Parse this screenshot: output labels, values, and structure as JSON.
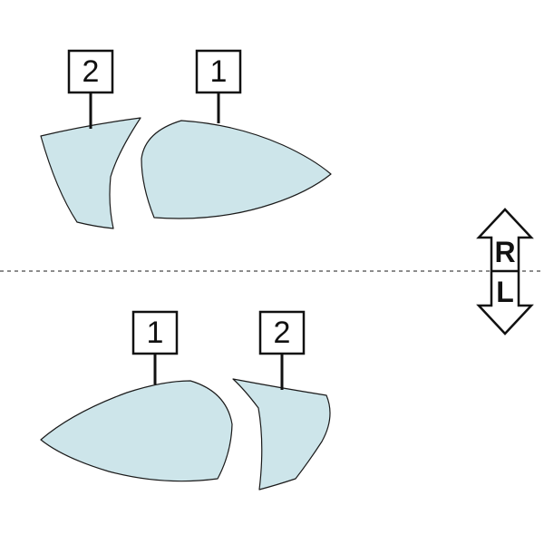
{
  "labels": {
    "top_small": "2",
    "top_large": "1",
    "bottom_large": "1",
    "bottom_small": "2"
  },
  "side_indicator": {
    "right": "R",
    "left": "L"
  },
  "colors": {
    "lens_fill": "#cde5ea",
    "outline": "#1a1a1a"
  }
}
